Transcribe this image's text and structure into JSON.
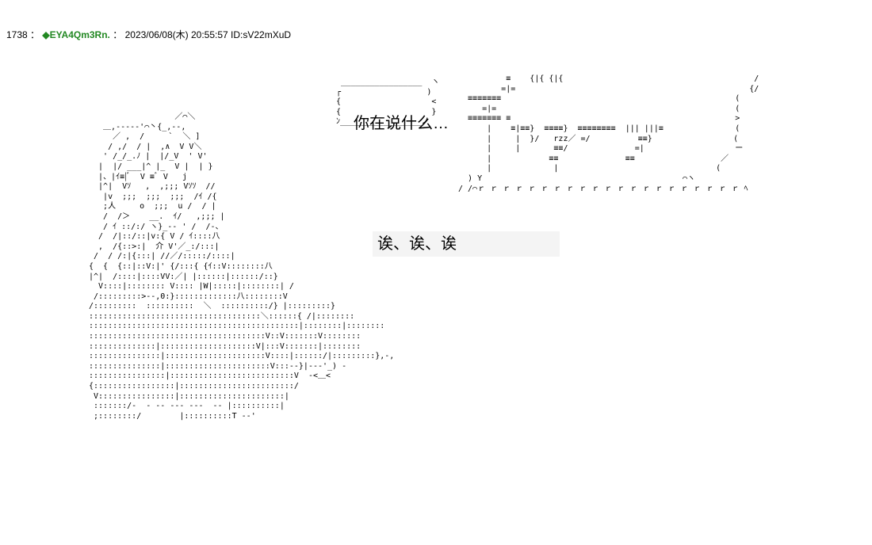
{
  "post": {
    "number": "1738",
    "sep1": "：",
    "name": "◆EYA4Qm3Rn.",
    "sep2": "：",
    "datetime": "2023/06/08(木) 20:55:57",
    "id": "ID:sV22mXuD"
  },
  "dialogue": {
    "speech": "你在说什么…",
    "narration": "诶、诶、诶"
  },
  "ascii_art": {
    "girl": "                  ／⌒＼\n   ＿,-‐--‐'⌒丶{_,-‐,\n     ／ ,  /     `  ＼ ]\n    / ,/  / |  ,∧  V V＼\n   ' /_/_.ﾉ |  |/_V  ' V'\n  |  |/ ___|^ |_  V |  | }\n  |、|ｲ≡|ﾞ  V ≡ﾞ V   j\n  |^|  Vｿ   ,  ,;;; Vｿｿ  //\n   |v  ;;;  ;;;  ;;;  /ｲ /{\n   ;人     o  ;;;  u /  / |\n   /  /＞    __.  ｲ/   ,;;; |\n   / ｲ ::/:/ ヽ}_-‐ ' /  /-、\n  /  /|::/::|v:{ V / ｲ::::八\n  ,  /{::>:|  介 V'／_:/:::|\n /  / /:|{:::| //／/:::::/::::|\n{  {  {::|::V:|' {/:::{ {ｲ::V::::::::八\n|^|  /::::|::::VV:／| |::::::|::::::/::}\n  V::::|:::::::: V:::: |W|:::::|::::::::| /\n /:::::::::>‐‐,0:}:::::::::::::八::::::::V\n/:::::::::  ::::::::::  ＼  ::::::::::/} |:::::::::}\n::::::::::::::::::::::::::::::::::::＼::::::{ /|::::::::\n::::::::::::::::::::::::::::::::::::::::::::|::::::::|::::::::\n:::::::::::::::::::::::::::::::::::::V::V:::::::V::::::::\n::::::::::::::|::::::::::::::::::::V|:::V:::::::|::::::::\n:::::::::::::::|:::::::::::::::::::::V::::|::::::/|:::::::::},-,\n:::::::::::::::|::::::::::::::::::::::V:::-‐}|‐-‐'_) -\n::::::::::::::::|::::::::::::::::::::::::::V  ‐<＿<\n{:::::::::::::::::|::::::::::::::::::::::::/\n V::::::::::::::::|::::::::::::::::::::::|\n :::::::/‐  ‐ ‐‐ ‐‐‐ ‐‐‐  ‐‐ |::::::::::|\n ;::::::::/        |::::::::::T ‐-'",
    "bubble_frame": "  _________________  ヽ\n ┌                  )\n {                   <\n {                   }\n ﾝ_________________ノ",
    "sfx": "          ≡    {|{ {|{                                        /\n         =|=                                                 {/\n  ≡≡≡≡≡≡≡                                                 (\n     =|=                                                  (\n  ≡≡≡≡≡≡≡ ≡                                               >\n      |    ≡|≡≡}  ≡≡≡≡}  ≡≡≡≡≡≡≡≡  ||| |||≡               (\n      |     |  }/   rzz／ =/          ≡≡}                 (\n      |     |       ≡≡/              =|                   ー\n      |            ≡≡              ≡≡                  ／\n      |             |                                 (\n  ) Y                                          ⌒ヽ\n/ /⌒ｒ ｒ ｒ ｒ ｒ ｒ ｒ ｒ ｒ ｒ ｒ ｒ ｒ ｒ ｒ ｒ ｒ ｒ ｒ ｒ ｒ ﾍ"
  }
}
